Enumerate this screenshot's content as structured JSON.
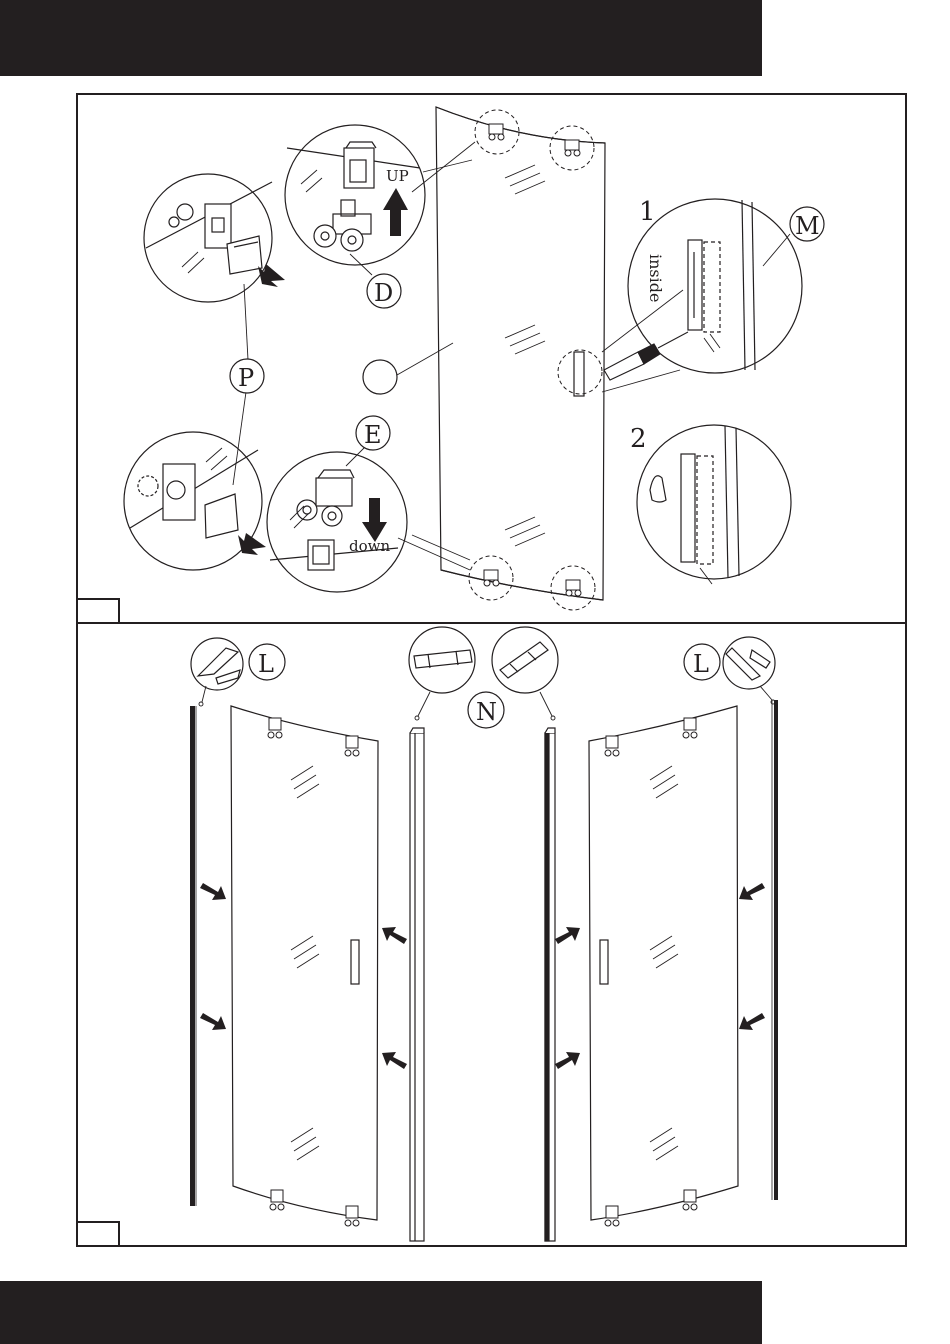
{
  "labels": {
    "up": "UP",
    "down": "down",
    "inside": "inside",
    "step1": "1",
    "step2": "2",
    "part_d": "D",
    "part_e": "E",
    "part_p": "P",
    "part_m": "M",
    "part_l_left": "L",
    "part_l_right": "L",
    "part_n": "N"
  },
  "colors": {
    "ink": "#231f20",
    "band": "#231f20",
    "paper": "#ffffff"
  }
}
